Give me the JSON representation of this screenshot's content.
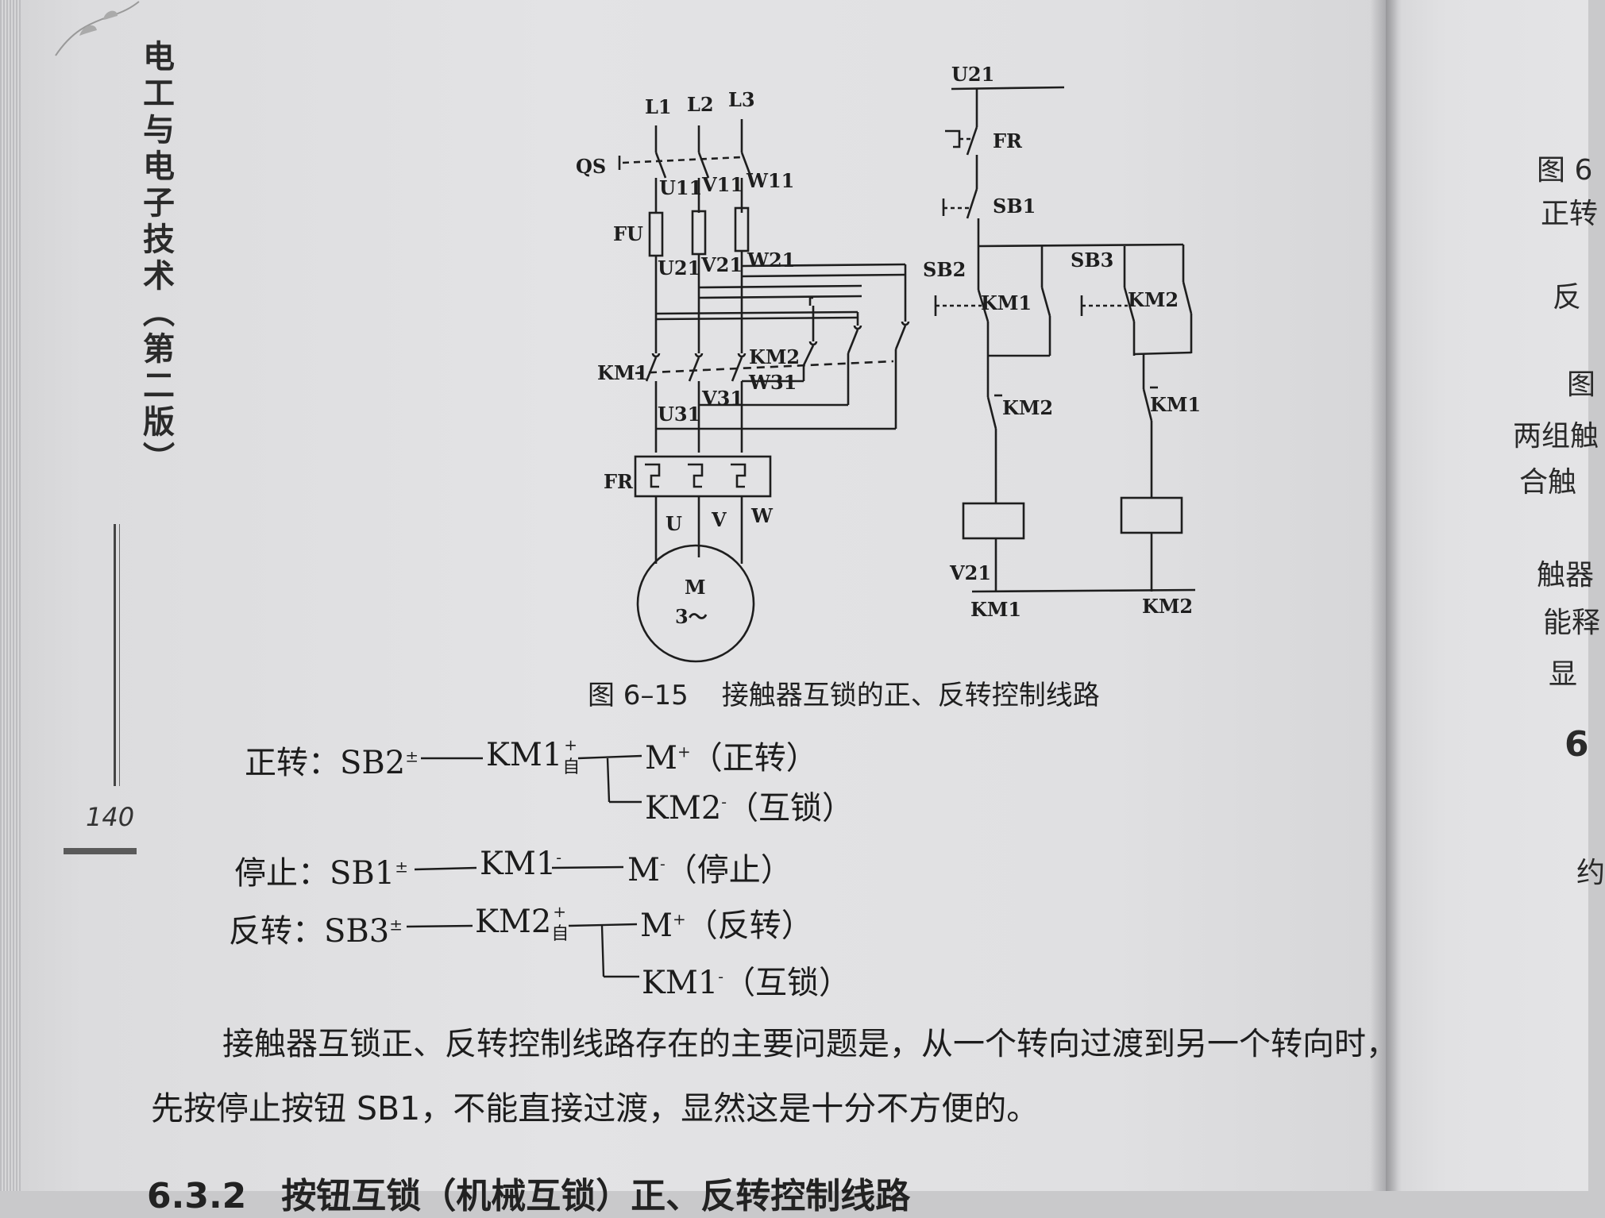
{
  "book": {
    "side_title": "电工与电子技术（第二版）",
    "page_number": "140"
  },
  "diagram": {
    "lines": [
      "L1",
      "L2",
      "L3"
    ],
    "switch": "QS",
    "fuse": "FU",
    "nodes_top": [
      "U11",
      "V11",
      "W11"
    ],
    "nodes_mid": [
      "U21",
      "V21",
      "W21"
    ],
    "nodes_low": [
      "U31",
      "V31",
      "W31"
    ],
    "contactor_1": "KM1",
    "contactor_2": "KM2",
    "relay": "FR",
    "motor_terminals": [
      "U",
      "V",
      "W"
    ],
    "motor_label": "M",
    "motor_phase": "3～",
    "control": {
      "supply": "U21",
      "fr": "FR",
      "sb1": "SB1",
      "sb2": "SB2",
      "sb3": "SB3",
      "km1_hold": "KM1",
      "km2_hold": "KM2",
      "km2_interlock": "KM2",
      "km1_interlock": "KM1",
      "return": "V21",
      "coil_1": "KM1",
      "coil_2": "KM2"
    }
  },
  "caption": {
    "number": "图 6–15",
    "text": "接触器互锁的正、反转控制线路"
  },
  "sequences": {
    "forward": {
      "label": "正转：",
      "start": "SB2",
      "start_sup": "±",
      "coil": "KM1",
      "coil_sup": "+",
      "coil_sub": "自",
      "out1": "M",
      "out1_sup": "+",
      "out1_note": "（正转）",
      "out2": "KM2",
      "out2_sup": "-",
      "out2_note": "（互锁）"
    },
    "stop": {
      "label": "停止：",
      "start": "SB1",
      "start_sup": "±",
      "coil": "KM1",
      "coil_sup": "-",
      "out": "M",
      "out_sup": "-",
      "out_note": "（停止）"
    },
    "reverse": {
      "label": "反转：",
      "start": "SB3",
      "start_sup": "±",
      "coil": "KM2",
      "coil_sup": "+",
      "coil_sub": "自",
      "out1": "M",
      "out1_sup": "+",
      "out1_note": "（反转）",
      "out2": "KM1",
      "out2_sup": "-",
      "out2_note": "（互锁）"
    }
  },
  "paragraph": {
    "line1": "接触器互锁正、反转控制线路存在的主要问题是，从一个转向过渡到另一个转向时，",
    "line2": "先按停止按钮 SB1，不能直接过渡，显然这是十分不方便的。"
  },
  "next_heading": "6.3.2　按钮互锁（机械互锁）正、反转控制线路",
  "next_page": {
    "l1": "图 6",
    "l2": "正转",
    "l3": "反",
    "l4": "图",
    "l5": "两组触",
    "l6": "合触",
    "l7": "触器",
    "l8": "能释",
    "l9": "显",
    "l10": "6",
    "l11": "约"
  }
}
